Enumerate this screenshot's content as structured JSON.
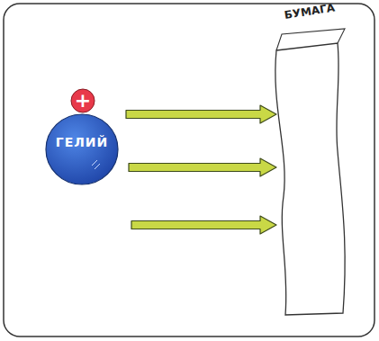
{
  "diagram": {
    "nodes": [
      {
        "text": [
          "+"
        ]
      },
      {
        "text": [
          "ГЕЛИЙ"
        ]
      },
      {
        "text": [
          "БУМАГА"
        ]
      }
    ],
    "edges": [
      {
        "from": 1,
        "to": 2,
        "arrow": "to"
      },
      {
        "from": 1,
        "to": 2,
        "arrow": "to"
      },
      {
        "from": 1,
        "to": 2,
        "arrow": "to"
      }
    ]
  }
}
